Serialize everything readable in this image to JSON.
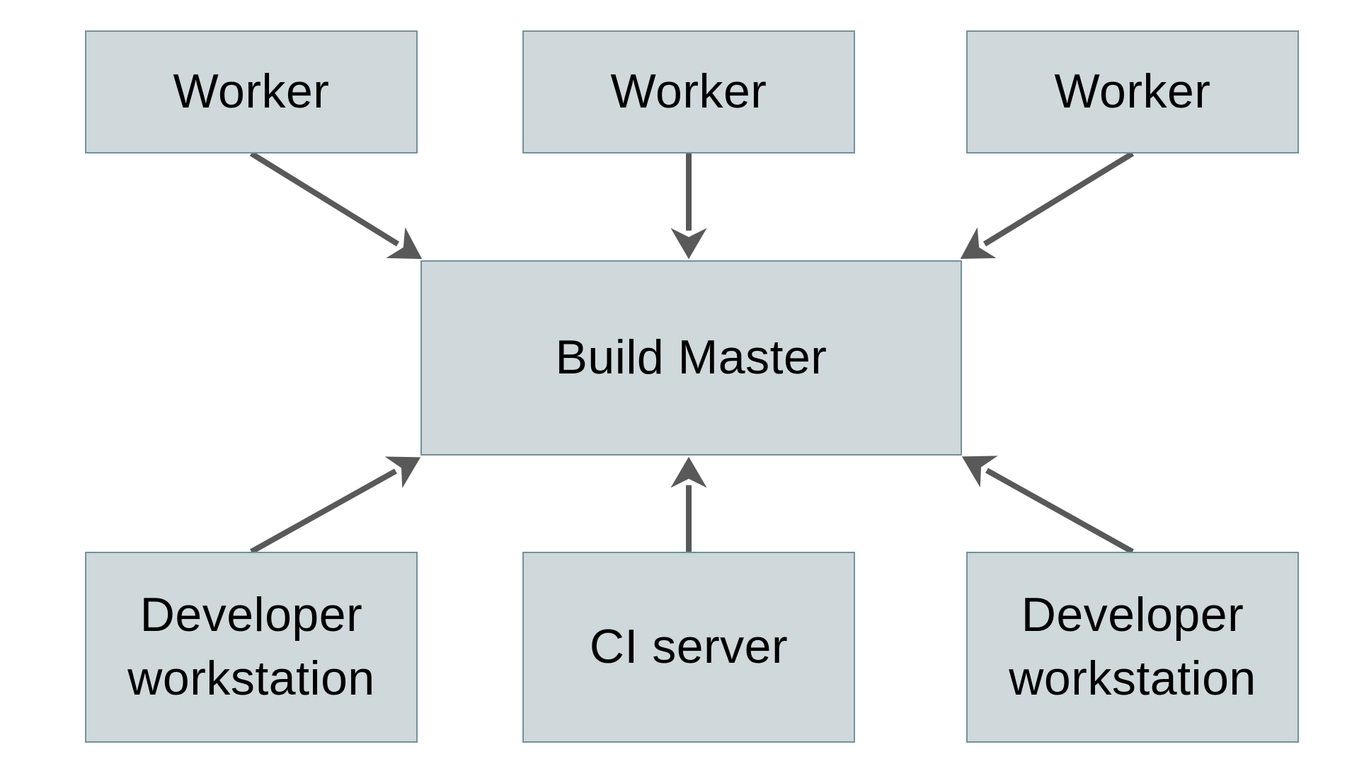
{
  "diagram": {
    "background": "#ffffff",
    "node_fill": "#cfd8da",
    "node_border": "#74909d",
    "arrow_color": "#595959",
    "text_color": "#000000",
    "nodes": [
      {
        "id": "worker-top-left",
        "label": "Worker"
      },
      {
        "id": "worker-top-center",
        "label": "Worker"
      },
      {
        "id": "worker-top-right",
        "label": "Worker"
      },
      {
        "id": "build-master",
        "label": "Build Master"
      },
      {
        "id": "developer-workstation-left",
        "label": "Developer workstation"
      },
      {
        "id": "ci-server",
        "label": "CI server"
      },
      {
        "id": "developer-workstation-right",
        "label": "Developer workstation"
      }
    ],
    "edges": [
      {
        "from": "worker-top-left",
        "to": "build-master"
      },
      {
        "from": "worker-top-center",
        "to": "build-master"
      },
      {
        "from": "worker-top-right",
        "to": "build-master"
      },
      {
        "from": "developer-workstation-left",
        "to": "build-master"
      },
      {
        "from": "ci-server",
        "to": "build-master"
      },
      {
        "from": "developer-workstation-right",
        "to": "build-master"
      }
    ]
  }
}
